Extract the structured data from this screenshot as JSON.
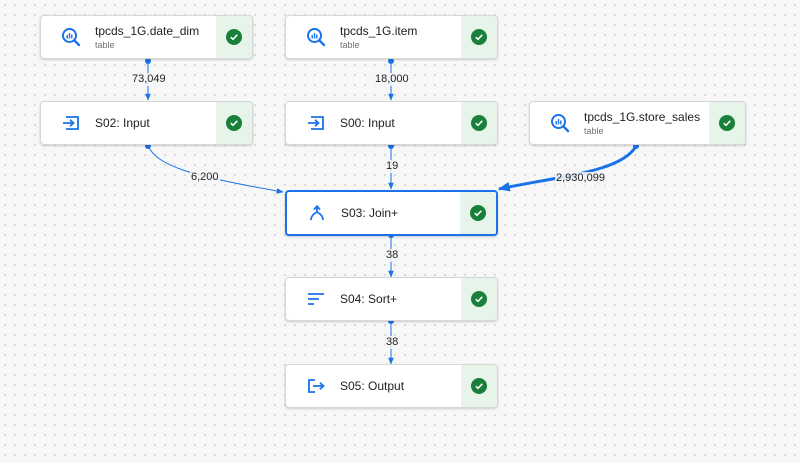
{
  "colors": {
    "accent": "#1a73e8",
    "success": "#188038",
    "success_bg": "#e6f4ea"
  },
  "nodes": {
    "date_dim": {
      "title": "tpcds_1G.date_dim",
      "subtitle": "table",
      "icon": "bigquery-table-icon",
      "status": "success"
    },
    "item": {
      "title": "tpcds_1G.item",
      "subtitle": "table",
      "icon": "bigquery-table-icon",
      "status": "success"
    },
    "store_sales": {
      "title": "tpcds_1G.store_sales",
      "subtitle": "table",
      "icon": "bigquery-table-icon",
      "status": "success"
    },
    "s02": {
      "title": "S02: Input",
      "icon": "input-icon",
      "status": "success"
    },
    "s00": {
      "title": "S00: Input",
      "icon": "input-icon",
      "status": "success"
    },
    "s03": {
      "title": "S03: Join+",
      "icon": "join-icon",
      "status": "success",
      "selected": true
    },
    "s04": {
      "title": "S04: Sort+",
      "icon": "sort-icon",
      "status": "success"
    },
    "s05": {
      "title": "S05: Output",
      "icon": "output-icon",
      "status": "success"
    }
  },
  "edges": {
    "date_dim_to_s02": "73,049",
    "item_to_s00": "18,000",
    "s02_to_s03": "6,200",
    "s00_to_s03": "19",
    "store_sales_to_s03": "2,930,099",
    "s03_to_s04": "38",
    "s04_to_s05": "38"
  }
}
